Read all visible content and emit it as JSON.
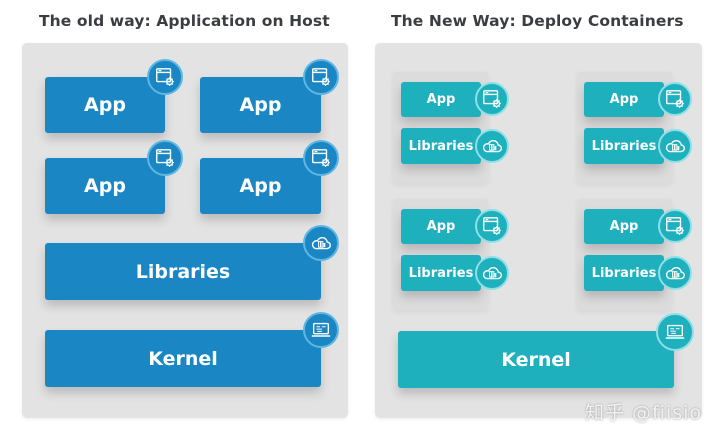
{
  "colors": {
    "old_way_blue": "#1a87c4",
    "new_way_teal": "#1eb0bd",
    "panel_gray": "#e3e3e4",
    "title_text": "#3a3d42"
  },
  "old_way": {
    "title": "The old way: Application on Host",
    "apps": [
      {
        "label": "App",
        "icon": "app-window-gear-icon"
      },
      {
        "label": "App",
        "icon": "app-window-gear-icon"
      },
      {
        "label": "App",
        "icon": "app-window-gear-icon"
      },
      {
        "label": "App",
        "icon": "app-window-gear-icon"
      }
    ],
    "libraries": {
      "label": "Libraries",
      "icon": "cloud-library-icon"
    },
    "kernel": {
      "label": "Kernel",
      "icon": "laptop-icon"
    }
  },
  "new_way": {
    "title": "The New Way: Deploy Containers",
    "containers": [
      {
        "app": {
          "label": "App",
          "icon": "app-window-gear-icon"
        },
        "libraries": {
          "label": "Libraries",
          "icon": "cloud-library-icon"
        }
      },
      {
        "app": {
          "label": "App",
          "icon": "app-window-gear-icon"
        },
        "libraries": {
          "label": "Libraries",
          "icon": "cloud-library-icon"
        }
      },
      {
        "app": {
          "label": "App",
          "icon": "app-window-gear-icon"
        },
        "libraries": {
          "label": "Libraries",
          "icon": "cloud-library-icon"
        }
      },
      {
        "app": {
          "label": "App",
          "icon": "app-window-gear-icon"
        },
        "libraries": {
          "label": "Libraries",
          "icon": "cloud-library-icon"
        }
      }
    ],
    "kernel": {
      "label": "Kernel",
      "icon": "laptop-icon"
    }
  },
  "watermark": "知乎 @fiisio"
}
